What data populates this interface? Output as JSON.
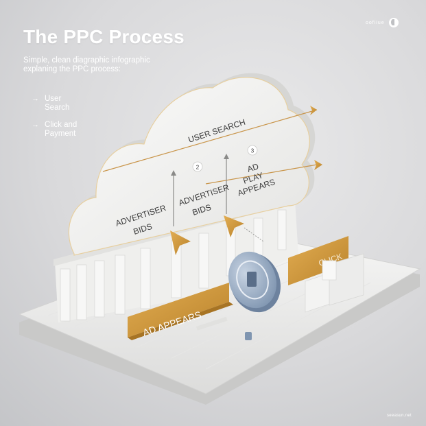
{
  "header": {
    "title": "The PPC Process",
    "subtitle": "Simple, clean diagraphic infographic explaning the PPC process:",
    "brand": "oofiiue"
  },
  "bullets": [
    {
      "icon": "arrow-right-icon",
      "glyph": "→",
      "text": "User\nSearch"
    },
    {
      "icon": "arrow-right-icon",
      "glyph": "→",
      "text": "Click and\nPayment"
    }
  ],
  "diagram": {
    "labels": {
      "user_search": "USER SEARCH",
      "advertiser_bids_left_1": "ADVERTISER",
      "advertiser_bids_left_2": "BIDS",
      "advertiser_bids_mid_1": "ADVERTISER",
      "advertiser_bids_mid_2": "BIDS",
      "ad_play_1": "AD",
      "ad_play_2": "PLAY",
      "ad_play_3": "APPEARS",
      "step_2": "2",
      "step_3": "3",
      "ad_appears": "AD APPEARS",
      "click": "CLICK"
    }
  },
  "footer": {
    "credit": "seeasun.net"
  },
  "colors": {
    "accent": "#d19a3a",
    "cloud": "#f4f4f2",
    "badge": "#9fb1c7",
    "text_dark": "#3b3b3b"
  }
}
